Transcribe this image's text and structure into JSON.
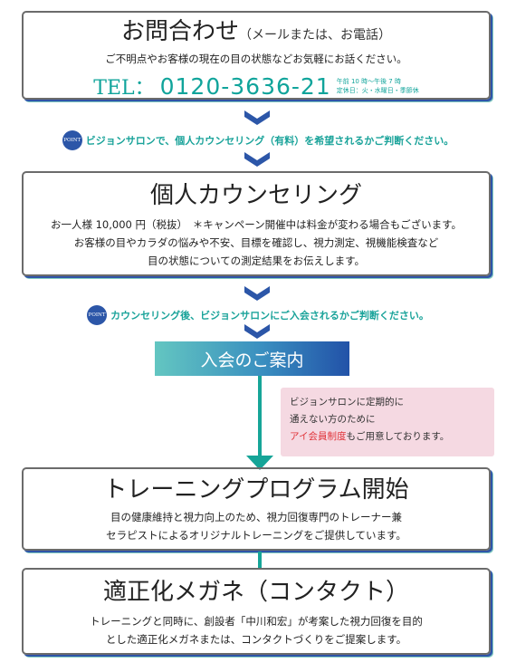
{
  "contact": {
    "title": "お問合わせ",
    "title_sub": "（メールまたは、お電話）",
    "description": "ご不明点やお客様の現在の目の状態などお気軽にお話ください。",
    "tel_prefix": "TEL：",
    "tel_number": "0120-3636-21",
    "hours": "午前 10 時〜午後 7 時",
    "holidays": "定休日：火・水曜日・季節休"
  },
  "point1": {
    "badge": "POINT",
    "text": "ビジョンサロンで、個人カウンセリング（有料）を希望されるかご判断ください。"
  },
  "counseling": {
    "title": "個人カウンセリング",
    "line1": "お一人様 10,000 円（税抜）　＊キャンペーン開催中は料金が変わる場合もございます。",
    "line2": "お客様の目やカラダの悩みや不安、目標を確認し、視力測定、視機能検査など",
    "line3": "目の状態についての測定結果をお伝えします。"
  },
  "point2": {
    "badge": "POINT",
    "text": "カウンセリング後、ビジョンサロンにご入会されるかご判断ください。"
  },
  "join": {
    "label": "入会のご案内"
  },
  "note": {
    "line1": "ビジョンサロンに定期的に",
    "line2": "通えない方のために",
    "line3_highlight": "アイ会員制度",
    "line3_rest": "もご用意しております。"
  },
  "training": {
    "title": "トレーニングプログラム開始",
    "line1": "目の健康維持と視力向上のため、視力回復専門のトレーナー兼",
    "line2": "セラピストによるオリジナルトレーニングをご提供しています。"
  },
  "glasses": {
    "title": "適正化メガネ（コンタクト）",
    "line1": "トレーニングと同時に、創設者「中川和宏」が考案した視力回復を目的",
    "line2": "とした適正化メガネまたは、コンタクトづくりをご提案します。"
  },
  "colors": {
    "teal": "#10a49b",
    "blue": "#2c56a8",
    "highlight_red": "#e0343a",
    "note_pink": "#f5d9e2"
  }
}
